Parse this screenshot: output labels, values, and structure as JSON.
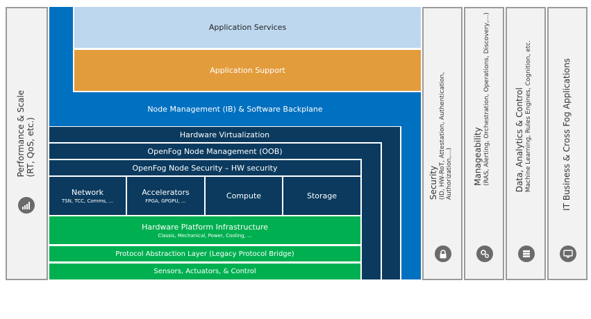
{
  "left_pillar": {
    "title": "Performance & Scale",
    "subtitle": "(RT, QoS, etc.)",
    "icon": "performance-chart-icon"
  },
  "stack": {
    "application_services": "Application Services",
    "application_support": "Application Support",
    "node_management": "Node Management (IB) & Software Backplane",
    "hardware_virtualization": "Hardware Virtualization",
    "openfog_node_management": "OpenFog Node Management (OOB)",
    "openfog_node_security": "OpenFog Node Security – HW security",
    "network": {
      "title": "Network",
      "sub": "TSN, TCC, Comms, ..."
    },
    "accelerators": {
      "title": "Accelerators",
      "sub": "FPGA, GPGPU, ..."
    },
    "compute": "Compute",
    "storage": "Storage",
    "hardware_platform": {
      "title": "Hardware Platform Infrastructure",
      "sub": "Classis, Mechanical, Power, Cooling, ..."
    },
    "protocol_abstraction": "Protocol Abstraction Layer (Legacy Protocol Bridge)",
    "sensors": "Sensors, Actuators, & Control"
  },
  "right_pillars": [
    {
      "title": "Security",
      "subtitle": "(ID, HW-RoT, Attestation, Authentication,",
      "subtitle2": "Authorization,...)",
      "icon": "lock-icon"
    },
    {
      "title": "Manageability",
      "subtitle": "(RAS, Alerting, Orchestration, Operations, Discovery,...)",
      "icon": "gears-icon"
    },
    {
      "title": "Data, Analytics & Control",
      "subtitle": "Machine Learning, Rules Engines, Cognition, etc.",
      "icon": "database-icon"
    },
    {
      "title": "IT Business & Cross Fog Applications",
      "subtitle": "",
      "icon": "monitor-icon"
    }
  ],
  "colors": {
    "blue": "#0070c0",
    "light_blue": "#bdd7ee",
    "orange": "#e39c3c",
    "navy": "#0b3a5e",
    "green": "#00b050",
    "pillar_bg": "#f2f2f2",
    "pillar_border": "#9a9a9a"
  }
}
